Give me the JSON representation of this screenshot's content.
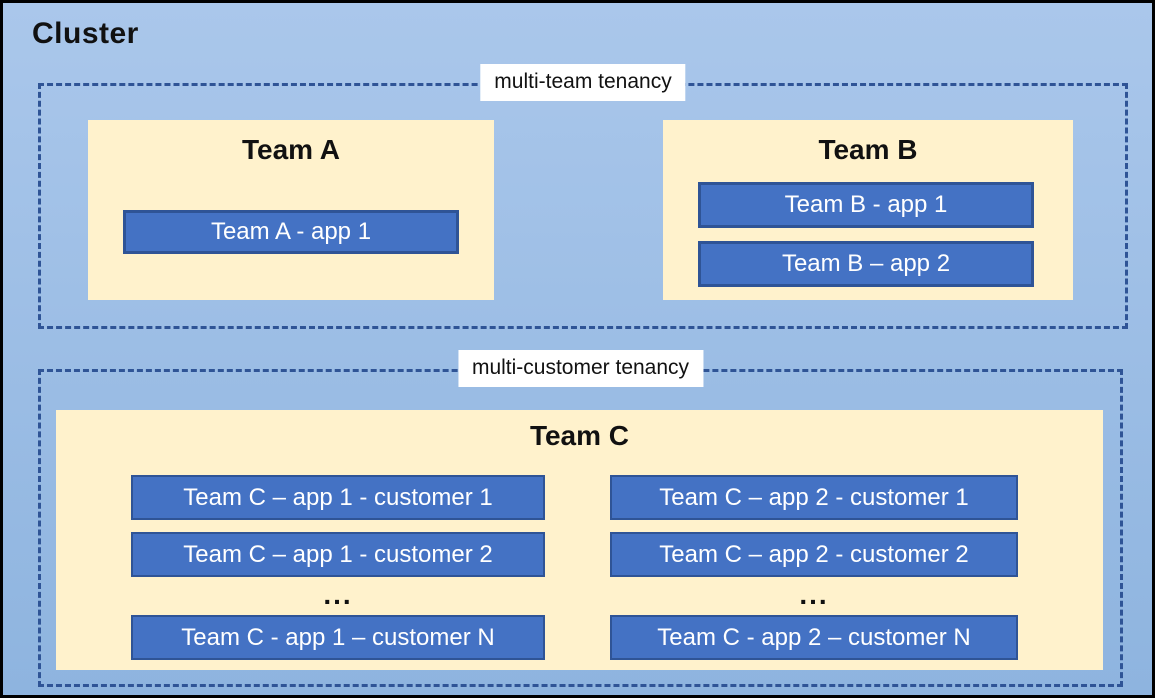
{
  "title": "Cluster",
  "multi_team": {
    "label": "multi-team tenancy",
    "team_a": {
      "name": "Team A",
      "app1": "Team A - app 1"
    },
    "team_b": {
      "name": "Team B",
      "app1": "Team B - app 1",
      "app2": "Team B – app 2"
    }
  },
  "multi_customer": {
    "label": "multi-customer tenancy",
    "team_c": {
      "name": "Team C",
      "col1": {
        "row1": "Team C – app 1 - customer 1",
        "row2": "Team C – app 1 - customer 2",
        "ellipsis": "...",
        "rowN": "Team C - app 1 – customer N"
      },
      "col2": {
        "row1": "Team C – app 2 - customer 1",
        "row2": "Team C – app 2 - customer 2",
        "ellipsis": "...",
        "rowN": "Team C - app 2 – customer N"
      }
    }
  },
  "colors": {
    "bg_top": "#AAC7EB",
    "bg_bottom": "#8EB4DF",
    "panel_fill": "#FFF2CC",
    "app_fill": "#4472C4",
    "app_border": "#2F5496",
    "dash_border": "#2F5496",
    "label_bg": "#FFFFFF"
  }
}
